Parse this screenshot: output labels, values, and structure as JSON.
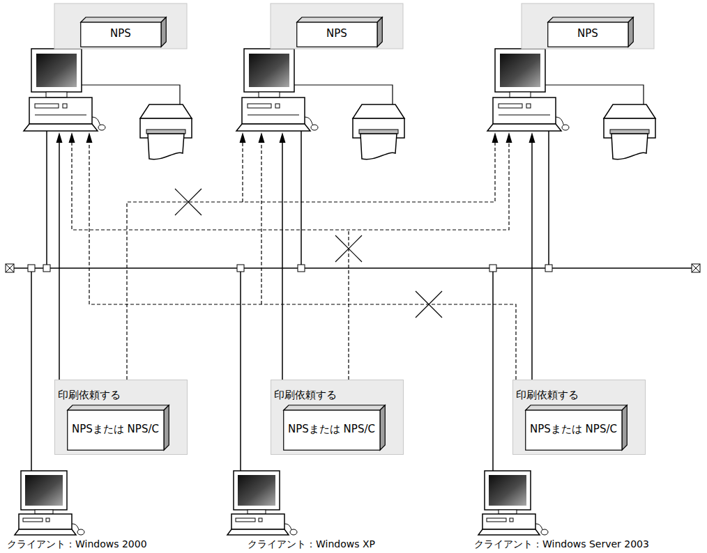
{
  "diagram": {
    "nodes": [
      {
        "text": [
          "NPS"
        ]
      },
      {
        "text": [
          "NPS"
        ]
      },
      {
        "text": [
          "NPS"
        ]
      },
      {
        "text": [
          "印刷依頼する"
        ]
      },
      {
        "text": [
          "NPSまたは NPS/C"
        ],
        "in": 3
      },
      {
        "text": [
          "印刷依頼する"
        ]
      },
      {
        "text": [
          "NPSまたは NPS/C"
        ],
        "in": 5
      },
      {
        "text": [
          "印刷依頼する"
        ]
      },
      {
        "text": [
          "NPSまたは NPS/C"
        ],
        "in": 7
      }
    ],
    "labels": [
      "クライアント：Windows 2000",
      "クライアント：Windows XP",
      "クライアント：Windows Server 2003"
    ]
  }
}
